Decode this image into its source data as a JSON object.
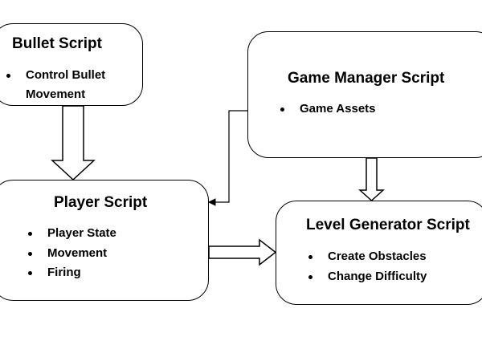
{
  "diagram": {
    "nodes": {
      "bullet": {
        "title": "Bullet Script",
        "items": [
          "Control Bullet Movement"
        ]
      },
      "game": {
        "title": "Game Manager Script",
        "items": [
          "Game Assets"
        ]
      },
      "player": {
        "title": "Player Script",
        "items": [
          "Player State",
          "Movement",
          "Firing"
        ]
      },
      "level": {
        "title": "Level Generator Script",
        "items": [
          "Create Obstacles",
          "Change Difficulty"
        ]
      }
    },
    "edges": [
      {
        "from": "Bullet Script",
        "to": "Player Script",
        "style": "hollow-block-arrow"
      },
      {
        "from": "Game Manager Script",
        "to": "Player Script",
        "style": "thin-elbow-arrow"
      },
      {
        "from": "Game Manager Script",
        "to": "Level Generator Script",
        "style": "hollow-block-arrow"
      },
      {
        "from": "Player Script",
        "to": "Level Generator Script",
        "style": "hollow-block-arrow"
      }
    ],
    "colors": {
      "stroke": "#000000",
      "background": "#ffffff"
    }
  }
}
